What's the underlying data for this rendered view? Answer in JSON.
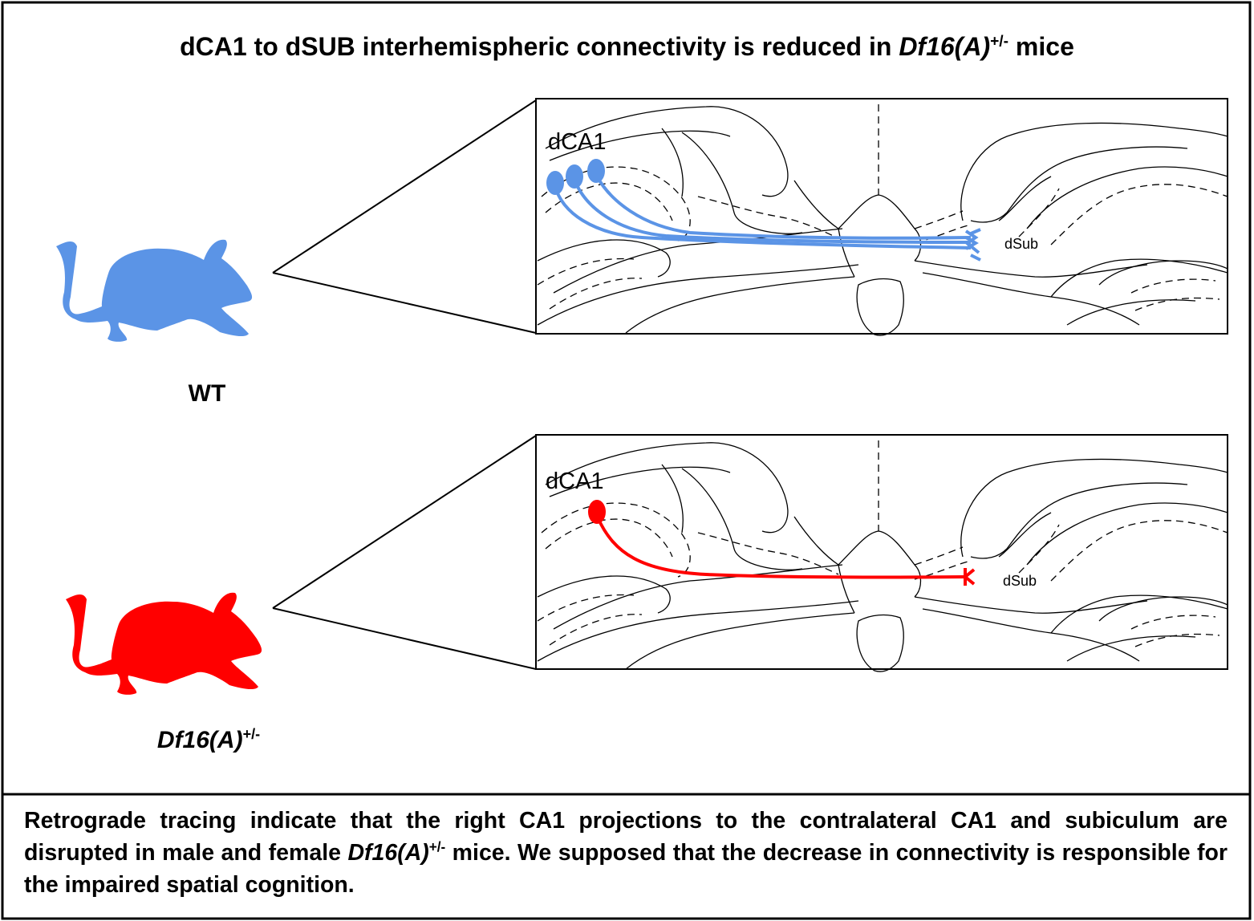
{
  "title": {
    "before": "dCA1 to dSUB interhemispheric connectivity is reduced in ",
    "gene": "Df16(A)",
    "sup": "+/-",
    "after": " mice"
  },
  "panels": {
    "wt": {
      "label": "WT",
      "color": "#5b94e6",
      "region_source": "dCA1",
      "region_target": "dSub",
      "neuron_count": 3
    },
    "mutant": {
      "label_gene": "Df16(A)",
      "label_sup": "+/-",
      "color": "#ff0000",
      "region_source": "dCA1",
      "region_target": "dSub",
      "neuron_count": 1
    }
  },
  "caption": {
    "part1": "Retrograde tracing indicate that the right CA1 projections  to the contralateral CA1 and subiculum are disrupted in male and female ",
    "gene": "Df16(A)",
    "sup": "+/-",
    "part2": " mice. We supposed that the decrease in connectivity is responsible for the impaired spatial cognition."
  }
}
